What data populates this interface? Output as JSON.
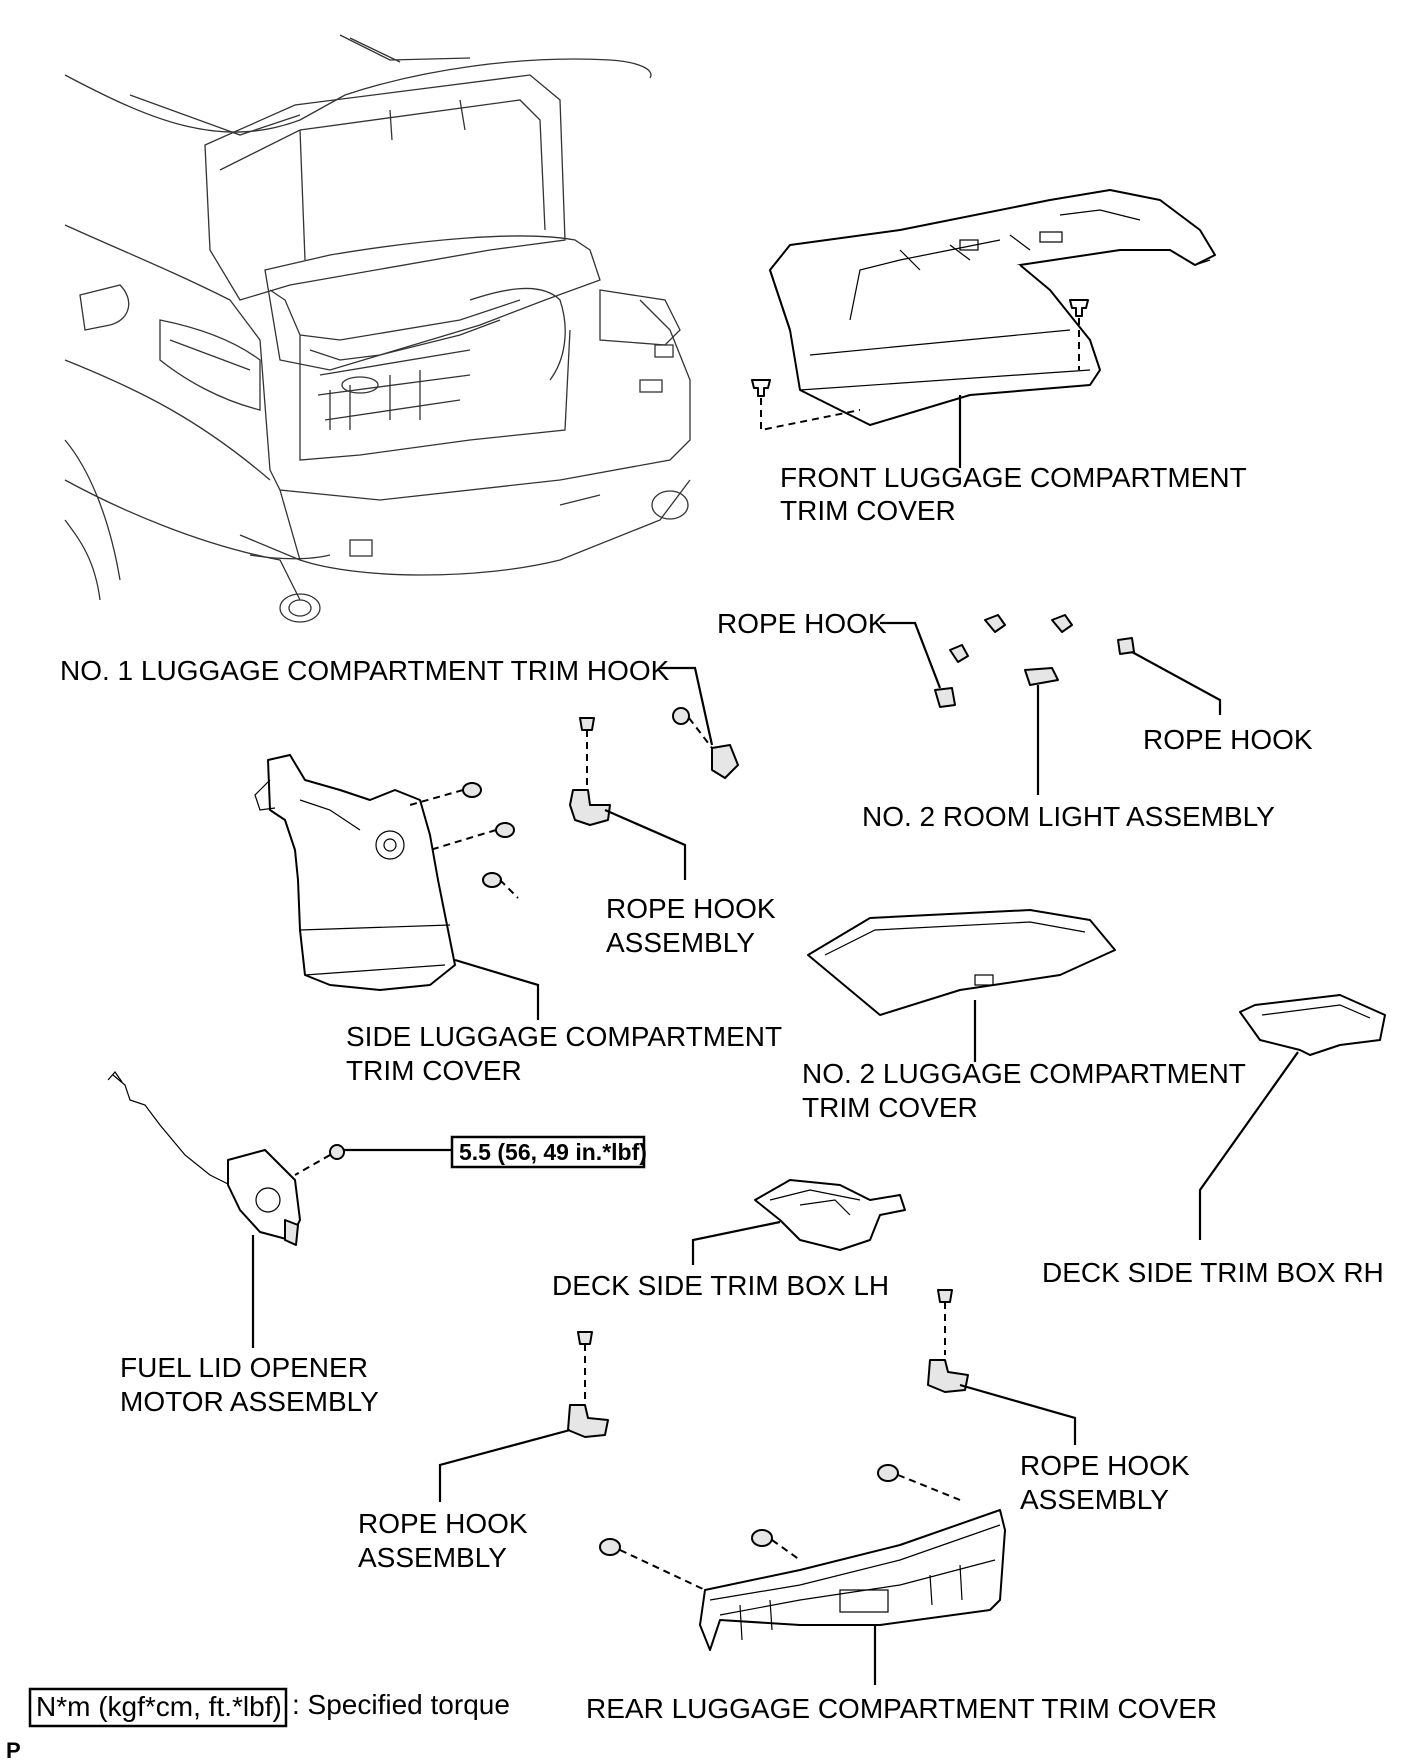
{
  "labels": {
    "front_trim_cover": [
      "FRONT LUGGAGE COMPARTMENT",
      "TRIM COVER"
    ],
    "rope_hook_top_left": "ROPE HOOK",
    "no1_trim_hook": "NO. 1 LUGGAGE COMPARTMENT TRIM HOOK",
    "rope_hook_top_right": "ROPE HOOK",
    "no2_room_light": "NO. 2 ROOM LIGHT ASSEMBLY",
    "rope_hook_assembly_upper": [
      "ROPE HOOK",
      "ASSEMBLY"
    ],
    "side_trim_cover": [
      "SIDE LUGGAGE COMPARTMENT",
      "TRIM COVER"
    ],
    "no2_trim_cover": [
      "NO. 2 LUGGAGE COMPARTMENT",
      "TRIM COVER"
    ],
    "deck_side_trim_box_lh": "DECK SIDE TRIM BOX LH",
    "deck_side_trim_box_rh": "DECK SIDE TRIM BOX RH",
    "fuel_lid_opener": [
      "FUEL LID OPENER",
      "MOTOR ASSEMBLY"
    ],
    "rope_hook_assembly_right": [
      "ROPE HOOK",
      "ASSEMBLY"
    ],
    "rope_hook_assembly_left": [
      "ROPE HOOK",
      "ASSEMBLY"
    ],
    "rear_trim_cover": "REAR LUGGAGE COMPARTMENT TRIM COVER"
  },
  "torque_spec": "5.5 (56, 49 in.*lbf)",
  "legend": {
    "box_text": "N*m (kgf*cm, ft.*lbf)",
    "description": ": Specified torque"
  },
  "footer_mark": "P"
}
